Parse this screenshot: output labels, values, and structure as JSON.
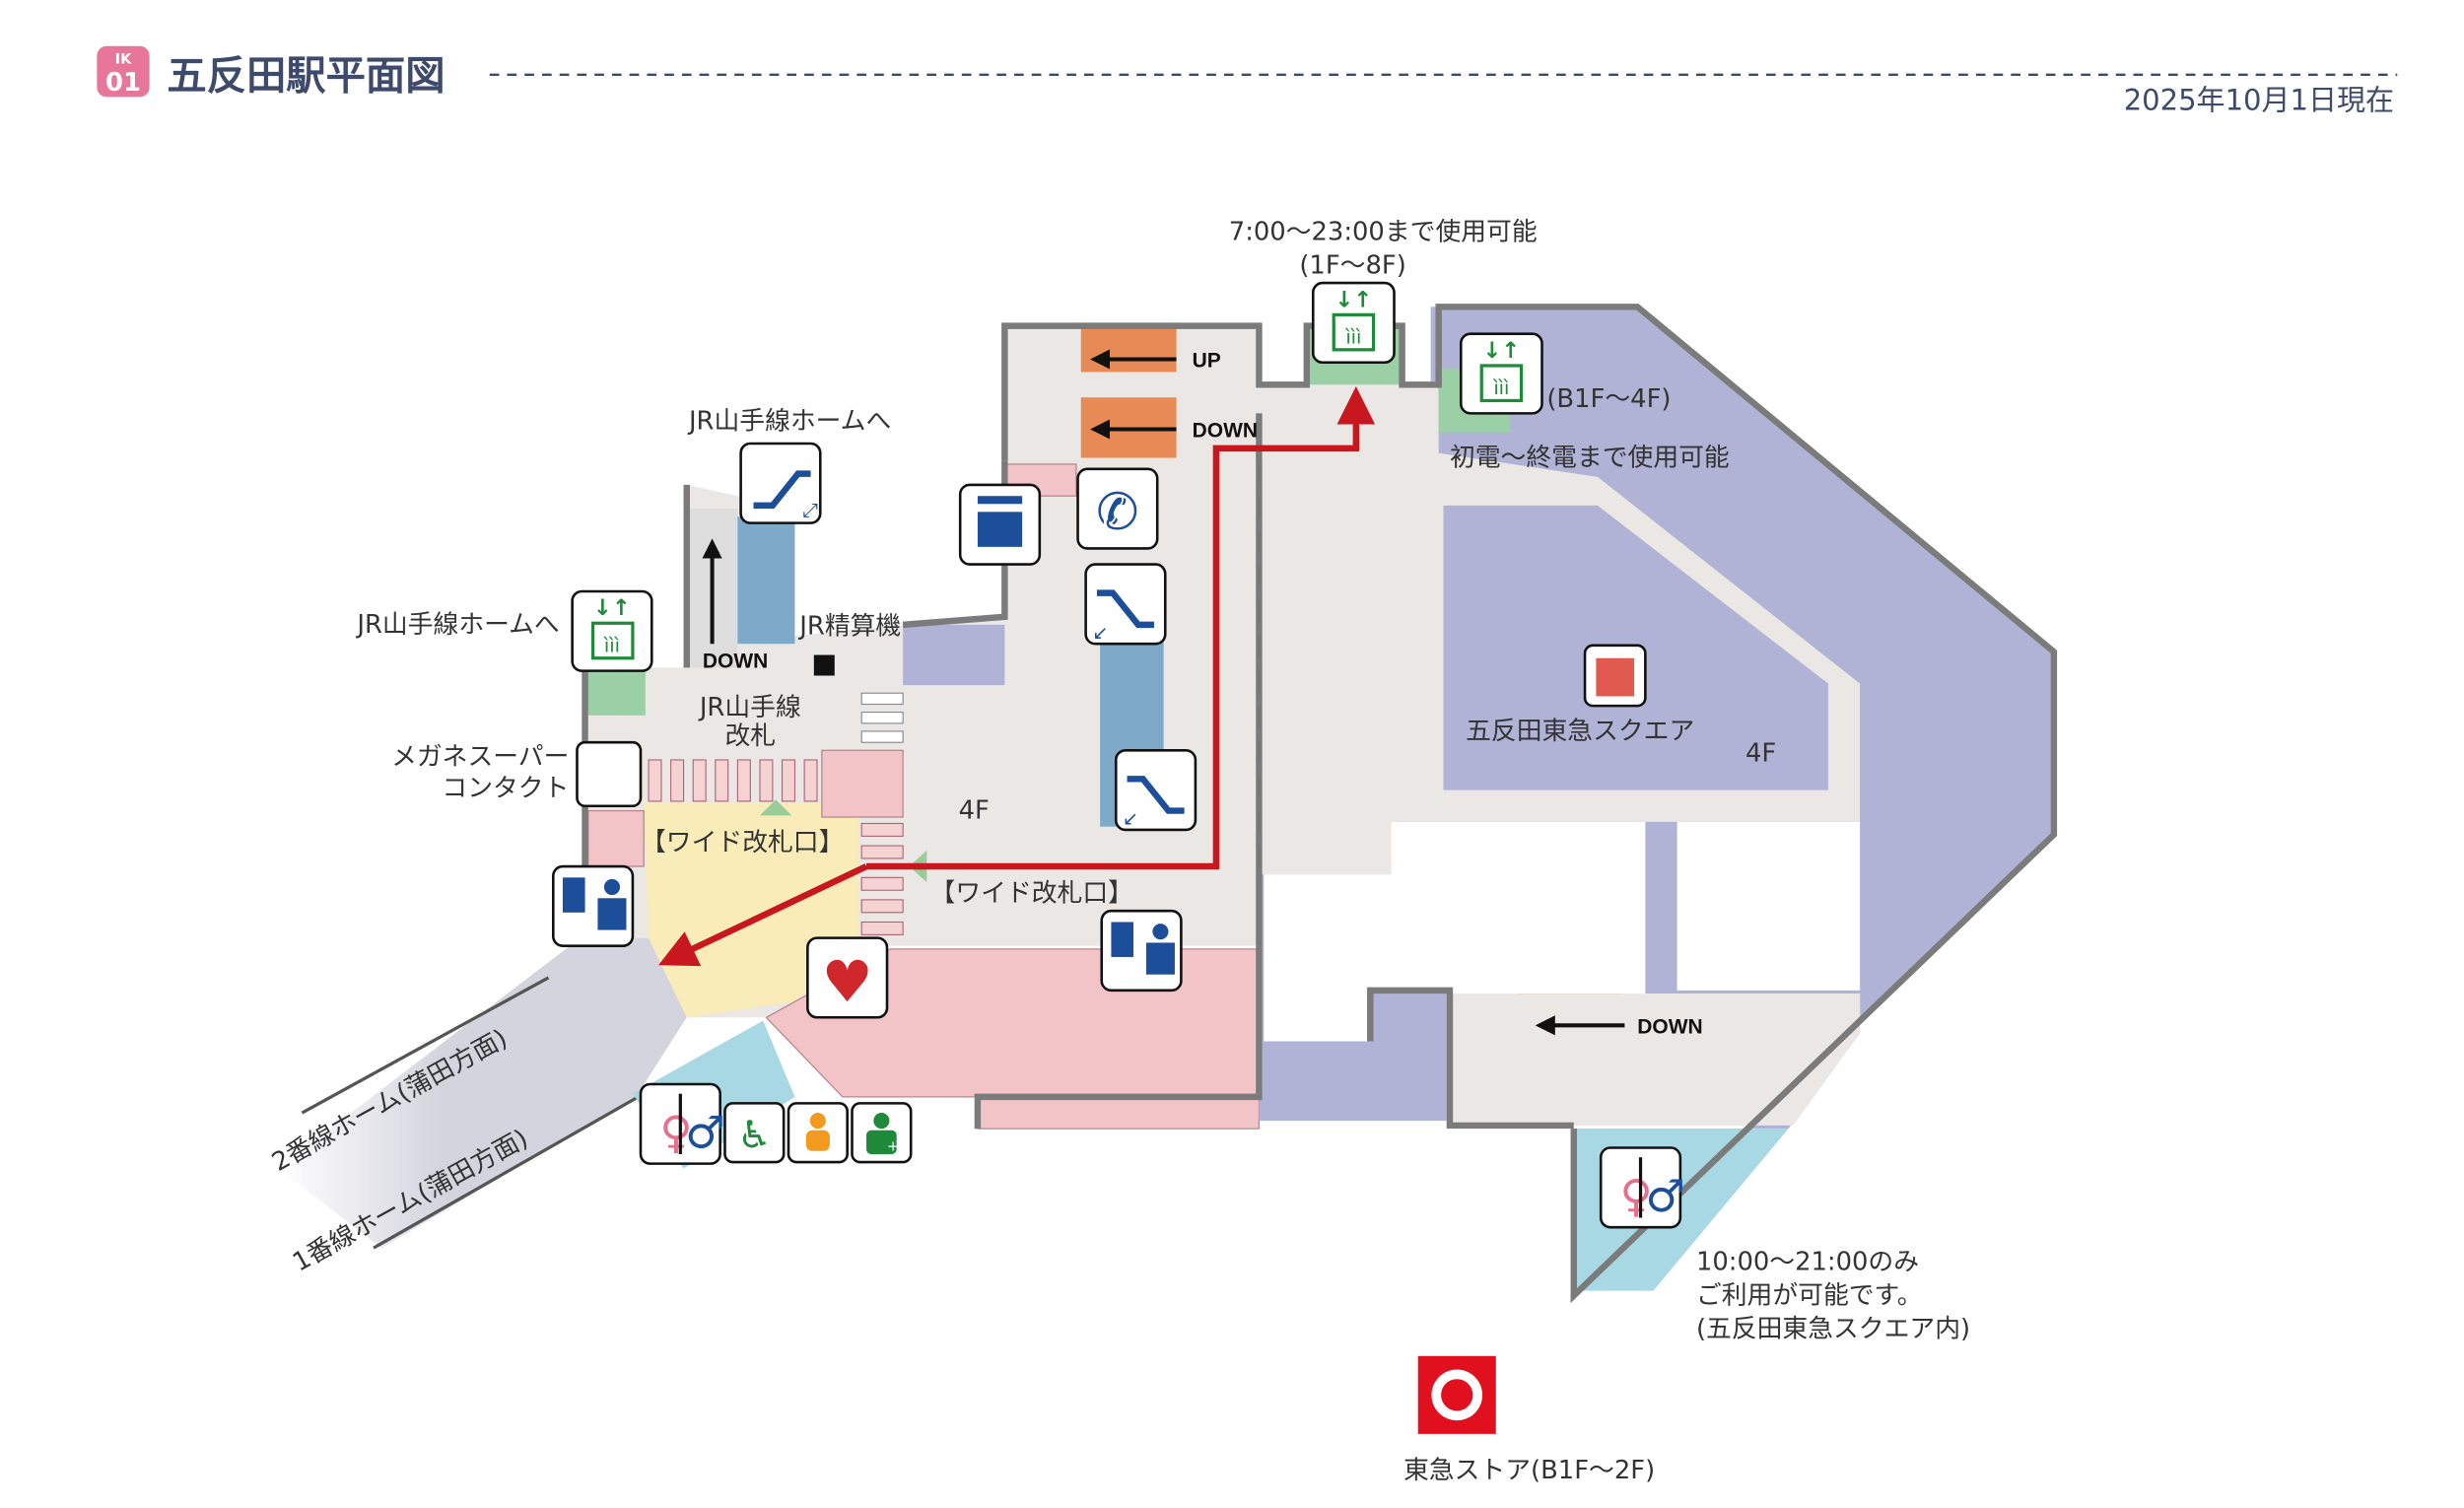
{
  "header": {
    "badge_top": "IK",
    "badge_bottom": "01",
    "title": "五反田駅平面図",
    "date": "2025年10月1日現在"
  },
  "colors": {
    "badge": "#e8769a",
    "title": "#3d4a6b",
    "route": "#c8171f",
    "elevator": "#1f8a3a",
    "shop": "#b0b3d6",
    "floor": "#ebe7e4",
    "gate_area": "#faecb8",
    "pink_area": "#f2c4c8",
    "toilet_area": "#a7d8e3"
  },
  "labels": {
    "elev_top_hours": "7:00〜23:00まで使用可能",
    "elev_top_floors": "(1F〜8F)",
    "elev_right_floors": "(B1F〜4F)",
    "elev_right_hours": "初電〜終電まで使用可能",
    "jr_home_escalator": "JR山手線ホームへ",
    "jr_home_elevator": "JR山手線ホームへ",
    "jr_fare_machine": "JR精算機",
    "jr_gate_line1": "JR山手線",
    "jr_gate_line2": "改札",
    "megane_line1": "メガネスーパー",
    "megane_line2": "コンタクト",
    "wide_gate_left": "【ワイド改札口】",
    "wide_gate_right": "【ワイド改札口】",
    "floor_4f_left": "4F",
    "floor_4f_right": "4F",
    "tokyu_square": "五反田東急スクエア",
    "up": "UP",
    "down_top": "DOWN",
    "down_left": "DOWN",
    "down_bottom": "DOWN",
    "platform_2": "2番線ホーム(蒲田方面)",
    "platform_1": "1番線ホーム(蒲田方面)",
    "toilet_hours_1": "10:00〜21:00のみ",
    "toilet_hours_2": "ご利用が可能です。",
    "toilet_hours_3": "(五反田東急スクエア内)",
    "tokyu_store": "東急ストア(B1F〜2F)"
  }
}
